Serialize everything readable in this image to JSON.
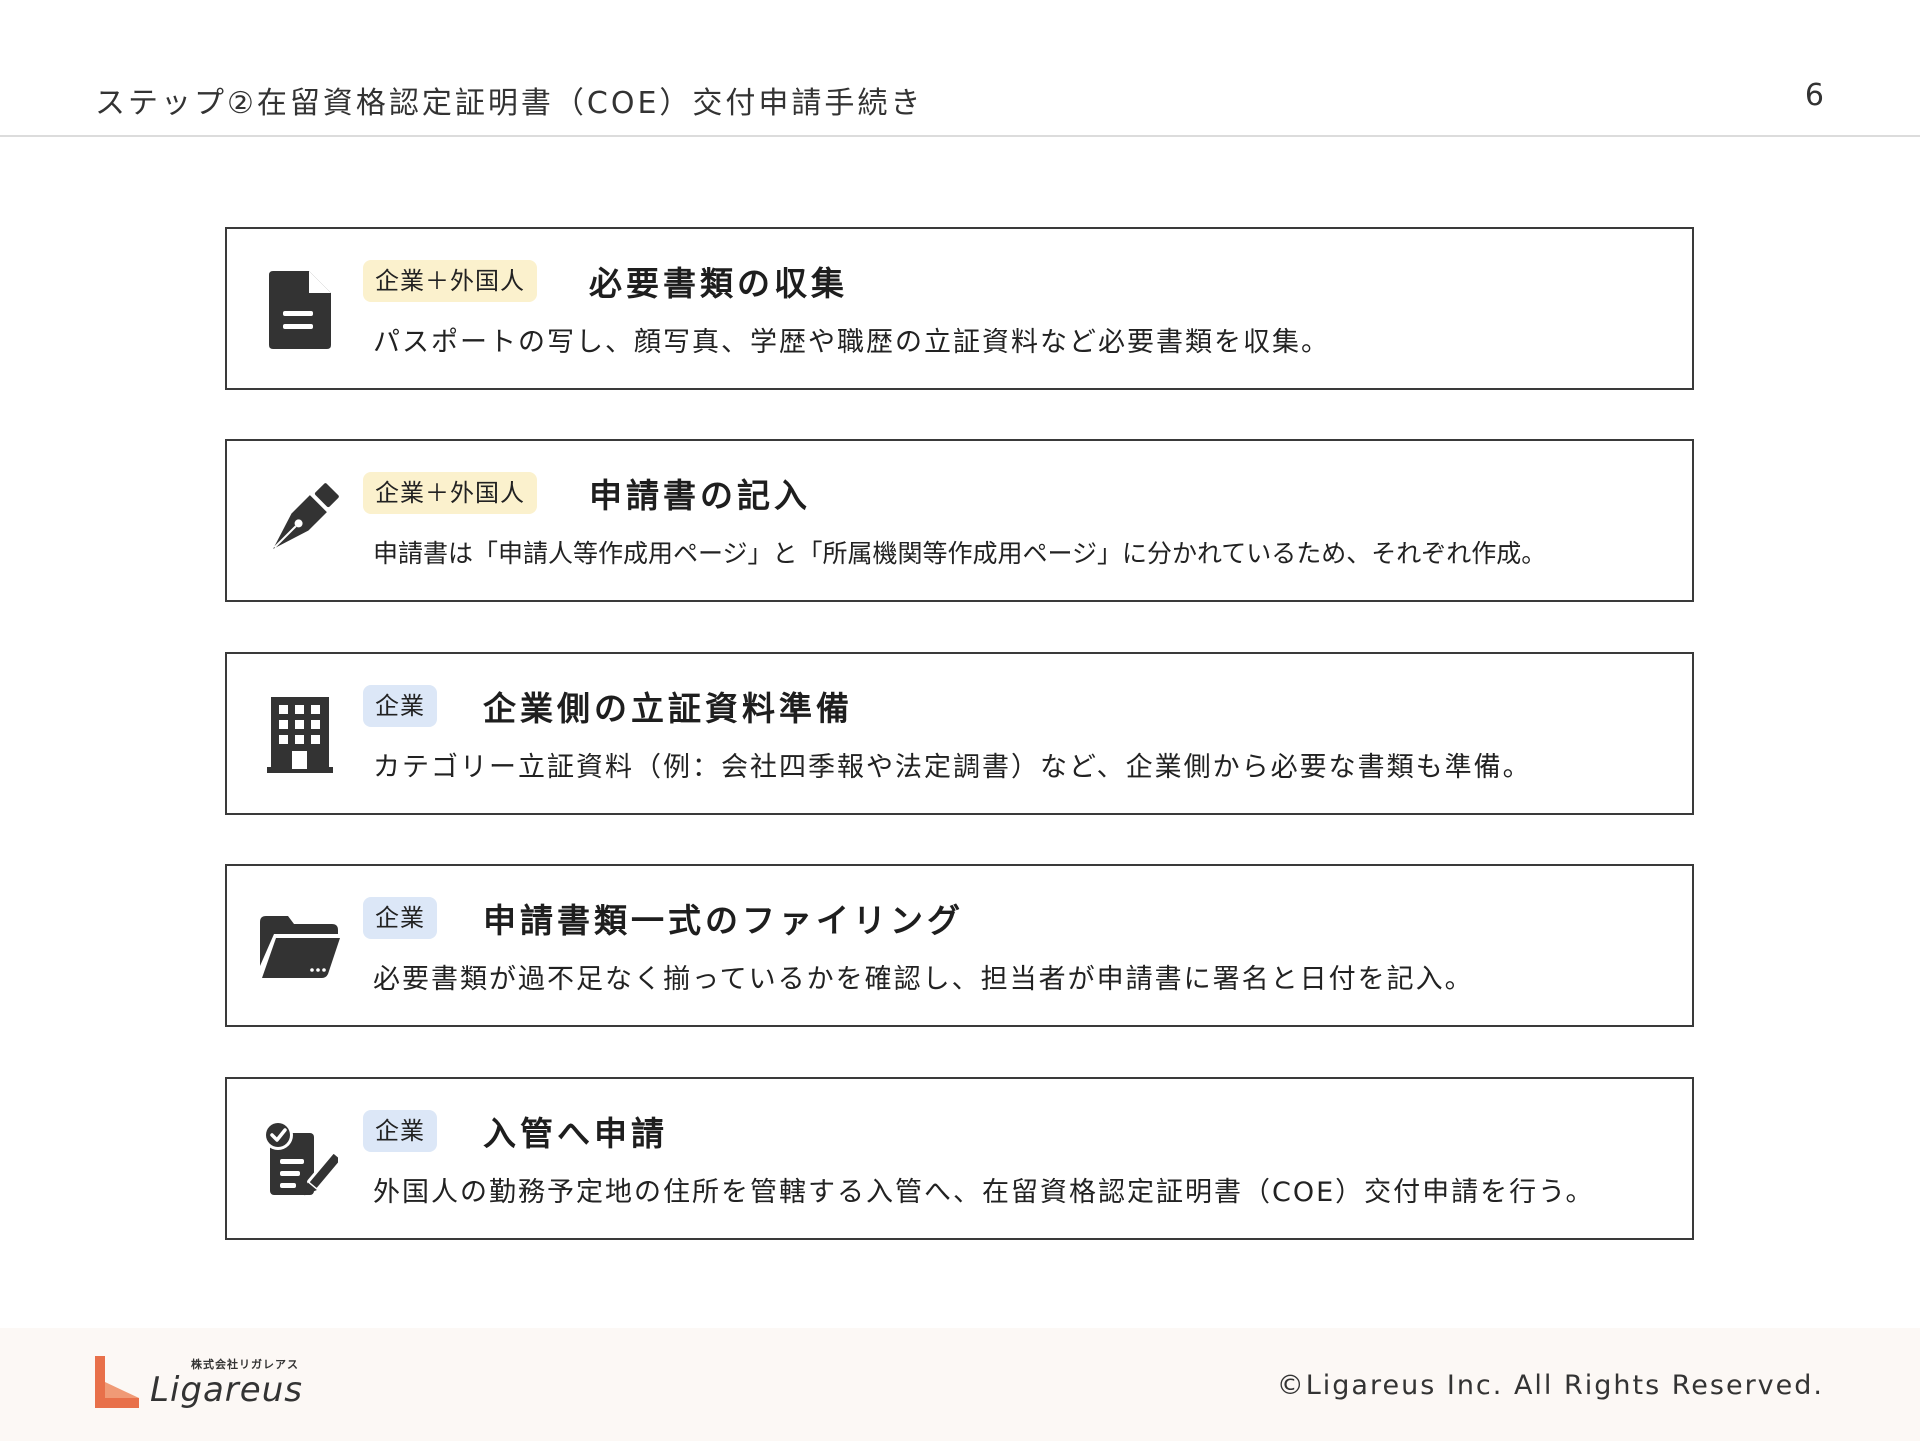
{
  "header": {
    "title": "ステップ②在留資格認定証明書（COE）交付申請手続き",
    "page_number": "6"
  },
  "steps": [
    {
      "icon": "document-icon",
      "badge": "企業＋外国人",
      "title": "必要書類の収集",
      "description": "パスポートの写し、顔写真、学歴や職歴の立証資料など必要書類を収集。"
    },
    {
      "icon": "fountain-pen-icon",
      "badge": "企業＋外国人",
      "title": "申請書の記入",
      "description": "申請書は「申請人等作成用ページ」と「所属機関等作成用ページ」に分かれているため、それぞれ作成。"
    },
    {
      "icon": "building-icon",
      "badge": "企業",
      "title": "企業側の立証資料準備",
      "description": "カテゴリー立証資料（例：会社四季報や法定調書）など、企業側から必要な書類も準備。"
    },
    {
      "icon": "folder-icon",
      "badge": "企業",
      "title": "申請書類一式のファイリング",
      "description": "必要書類が過不足なく揃っているかを確認し、担当者が申請書に署名と日付を記入。"
    },
    {
      "icon": "signed-document-icon",
      "badge": "企業",
      "title": "入管へ申請",
      "description": "外国人の勤務予定地の住所を管轄する入管へ、在留資格認定証明書（COE）交付申請を行う。"
    }
  ],
  "colors": {
    "badge_both": "#fbf1cd",
    "badge_company": "#dce7f7",
    "logo_accent": "#e8704a",
    "footer_bg": "#fcf8f5"
  },
  "footer": {
    "logo_subtitle": "株式会社リガレアス",
    "logo_name": "Ligareus",
    "copyright": "©Ligareus Inc. All Rights Reserved."
  }
}
